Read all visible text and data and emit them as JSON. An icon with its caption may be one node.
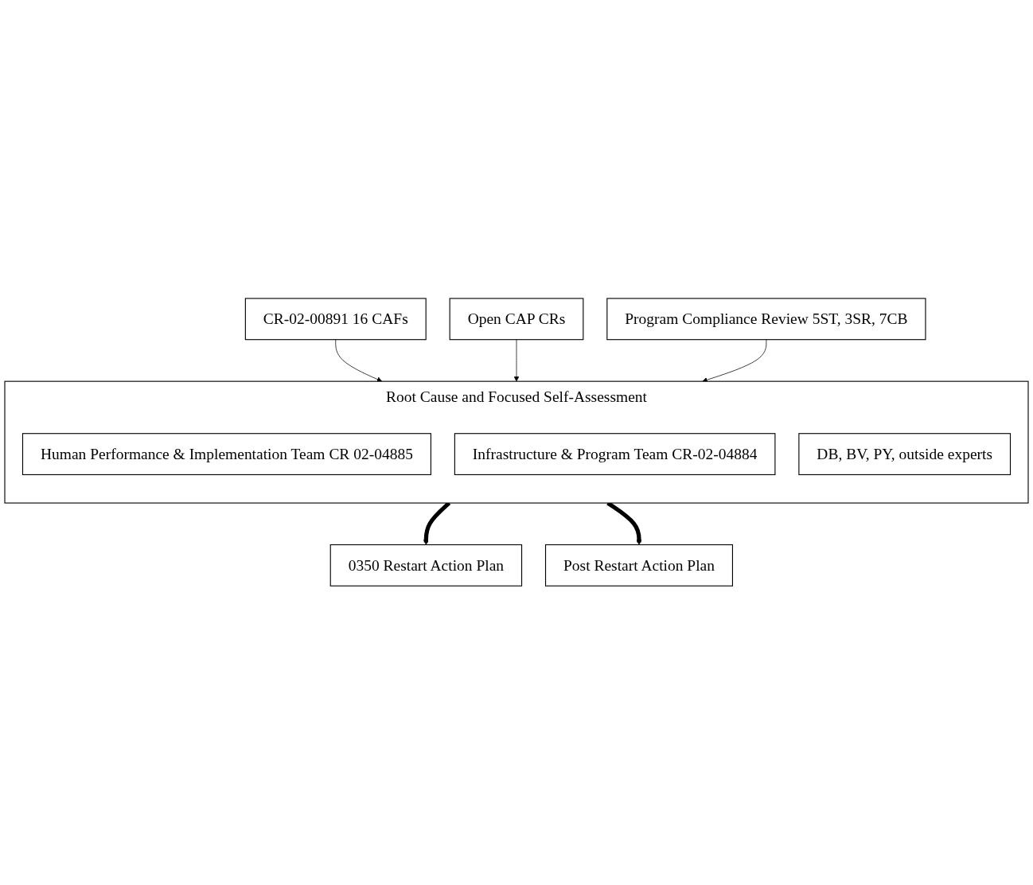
{
  "diagram": {
    "nodes": [
      {
        "text": [
          "CR-02-00891 16 CAFs"
        ]
      },
      {
        "text": [
          "Open CAP CRs"
        ]
      },
      {
        "text": [
          "Program Compliance Review 5ST, 3SR, 7CB"
        ]
      },
      {
        "text": [
          "Root Cause and Focused Self-Assessment"
        ]
      },
      {
        "text": [
          "Human Performance & Implementation Team CR 02-04885"
        ],
        "in": 3
      },
      {
        "text": [
          "Infrastructure & Program Team CR-02-04884"
        ],
        "in": 3
      },
      {
        "text": [
          "DB, BV, PY, outside experts"
        ],
        "in": 3
      },
      {
        "text": [
          "0350 Restart Action Plan"
        ]
      },
      {
        "text": [
          "Post Restart Action Plan"
        ]
      }
    ],
    "edges": [
      {
        "from": 0,
        "to": 3,
        "arrow": "to"
      },
      {
        "from": 1,
        "to": 3,
        "arrow": "to"
      },
      {
        "from": 2,
        "to": 3,
        "arrow": "to"
      },
      {
        "from": 3,
        "to": 7,
        "arrow": "to",
        "style": "thick"
      },
      {
        "from": 3,
        "to": 8,
        "arrow": "to",
        "style": "thick"
      }
    ]
  }
}
